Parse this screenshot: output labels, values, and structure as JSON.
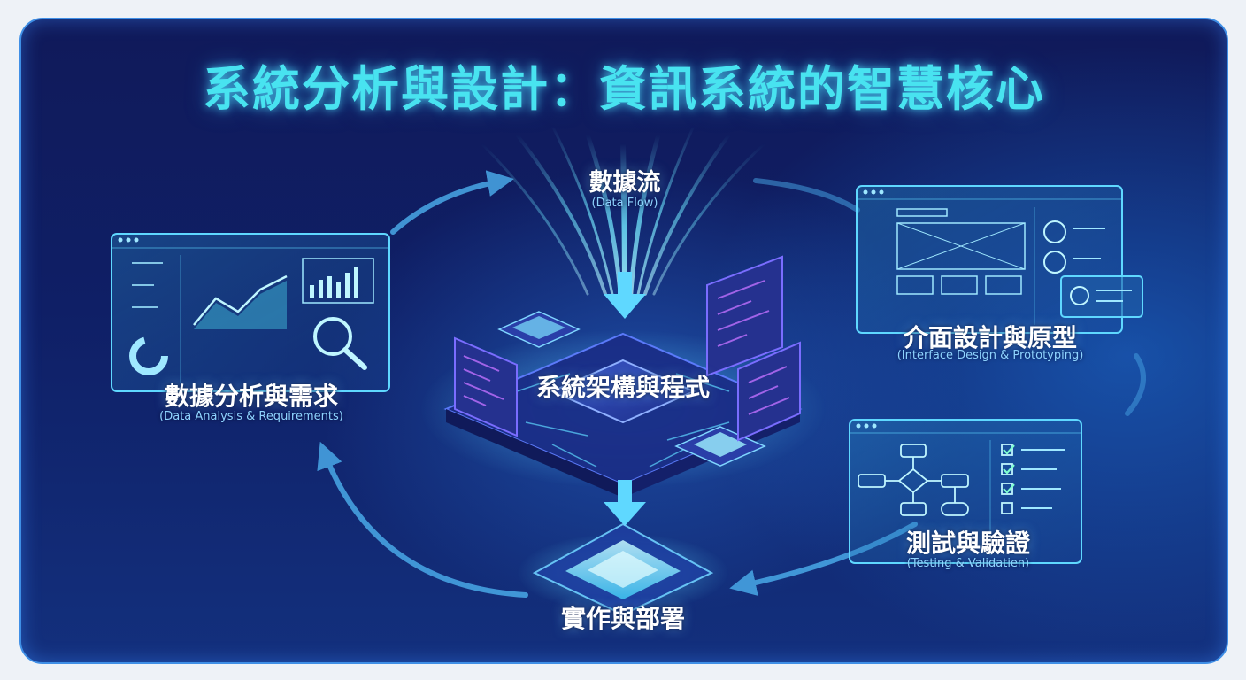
{
  "title": "系統分析與設計：資訊系統的智慧核心",
  "nodes": {
    "data_flow": {
      "label": "數據流",
      "sub": "(Data Flow)"
    },
    "analysis": {
      "label": "數據分析與需求",
      "sub": "(Data Analysis & Requirements)"
    },
    "architecture": {
      "label": "系統架構與程式"
    },
    "interface": {
      "label": "介面設計與原型",
      "sub": "(Interface Design & Prototyping)"
    },
    "testing": {
      "label": "測試與驗證",
      "sub": "(Testing & Validatien)"
    },
    "deploy": {
      "label": "實作與部署"
    }
  },
  "icons": {
    "analysis_panel": "dashboard-window-icon",
    "magnifier": "magnifier-icon",
    "chip": "processor-chip-icon",
    "interface_panel": "wireframe-window-icon",
    "testing_panel": "flowchart-checklist-window-icon",
    "deploy_chip": "deploy-platform-chip-icon"
  },
  "colors": {
    "title": "#48e3f0",
    "accent": "#5fd8ff",
    "arrow": "#4aa9e8",
    "background": "#101a5a"
  }
}
